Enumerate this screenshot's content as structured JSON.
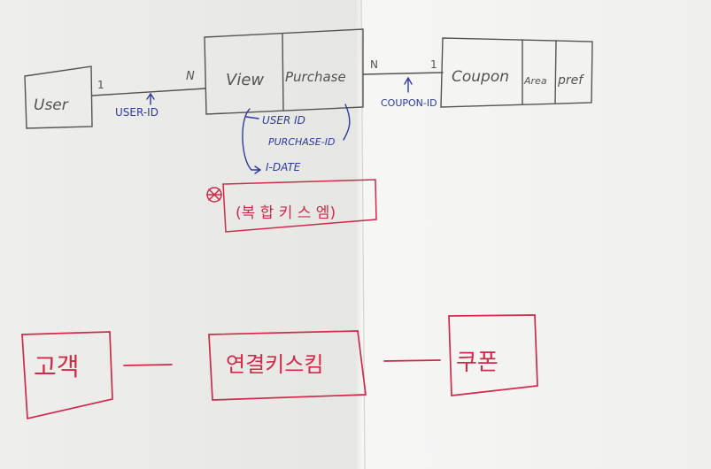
{
  "colors": {
    "paper": "#f4f4f2",
    "paper_shade": "#e4e4e1",
    "pencil": "#55534f",
    "blue_ink": "#2e3a9c",
    "red_ink": "#d02a4a"
  },
  "top_diagram": {
    "user_label": "User",
    "user_multiplicity": "1",
    "user_view_fk": "USER-ID",
    "view_multiplicity": "N",
    "view_label": "View",
    "purchase_label": "Purchase",
    "purchase_multiplicity": "N",
    "coupon_fk": "COUPON-ID",
    "coupon_multiplicity": "1",
    "coupon_label": "Coupon",
    "area_label": "Area",
    "pref_label": "pref",
    "columns": [
      "USER ID",
      "PURCHASE-ID",
      "I-DATE"
    ],
    "note": "(복 합 키 스 엠)"
  },
  "bottom_diagram": {
    "customer_label": "고객",
    "link_table_label": "연결키스킴",
    "coupon_label": "쿠폰"
  }
}
